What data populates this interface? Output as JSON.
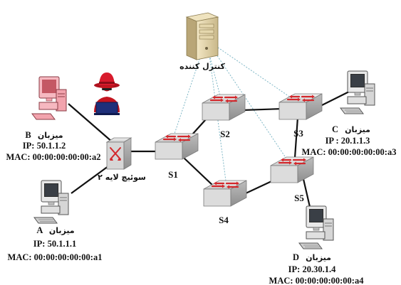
{
  "controller": {
    "label": "کنترل کننده"
  },
  "switches": {
    "s1": "S1",
    "s2": "S2",
    "s3": "S3",
    "s4": "S4",
    "s5": "S5",
    "l2": "سوئیچ لایه ۲"
  },
  "hosts": {
    "a": {
      "title_fa": "میزبان",
      "title_letter": "A",
      "ip": "IP: 50.1.1.1",
      "mac": "MAC: 00:00:00:00:00:a1"
    },
    "b": {
      "title_fa": "میزبان",
      "title_letter": "B",
      "ip": "IP: 50.1.1.2",
      "mac": "MAC: 00:00:00:00:00:a2"
    },
    "c": {
      "title_fa": "میزبان",
      "title_letter": "C",
      "ip": "IP : 20.1.1.3",
      "mac": "MAC: 00:00:00:00:00:a3"
    },
    "d": {
      "title_fa": "میزبان",
      "title_letter": "D",
      "ip": "IP: 20.30.1.4",
      "mac": "MAC: 00:00:00:00:00:a4"
    }
  },
  "colors": {
    "control_link": "#7fb7c6",
    "data_link": "#111111",
    "attacker_host": "#f2a3ad",
    "attacker_hat": "#d81b2c",
    "switch_face": "#d9d9d9",
    "switch_arrow": "#d3282c"
  },
  "icons": {
    "controller": "server-icon",
    "attacker": "hacker-icon",
    "switch": "network-switch-icon",
    "host": "desktop-computer-icon"
  }
}
